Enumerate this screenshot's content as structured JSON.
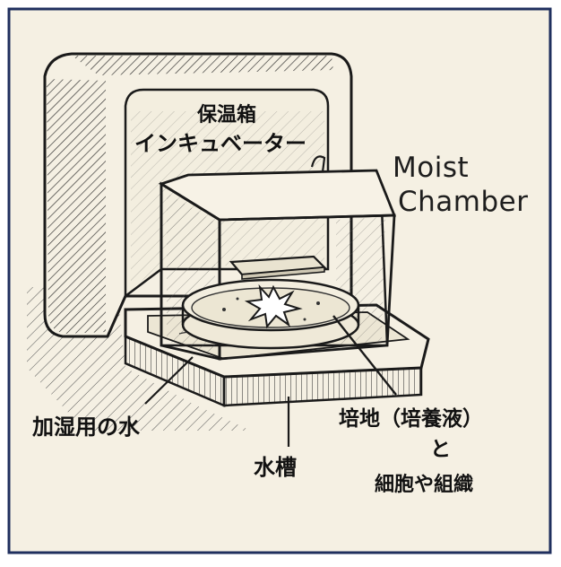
{
  "colors": {
    "border": "#1f2f5e",
    "paper": "#f5f0e3",
    "ink": "#1a1a1a"
  },
  "labels": {
    "incubator_line1": "保温箱",
    "incubator_line2": "インキュベーター",
    "moist_line1": "Moist",
    "moist_line2": "Chamber",
    "humidify_water": "加湿用の水",
    "water_tank": "水槽",
    "medium_line1": "培地（培養液）",
    "medium_line2": "と",
    "medium_line3": "細胞や組織"
  }
}
